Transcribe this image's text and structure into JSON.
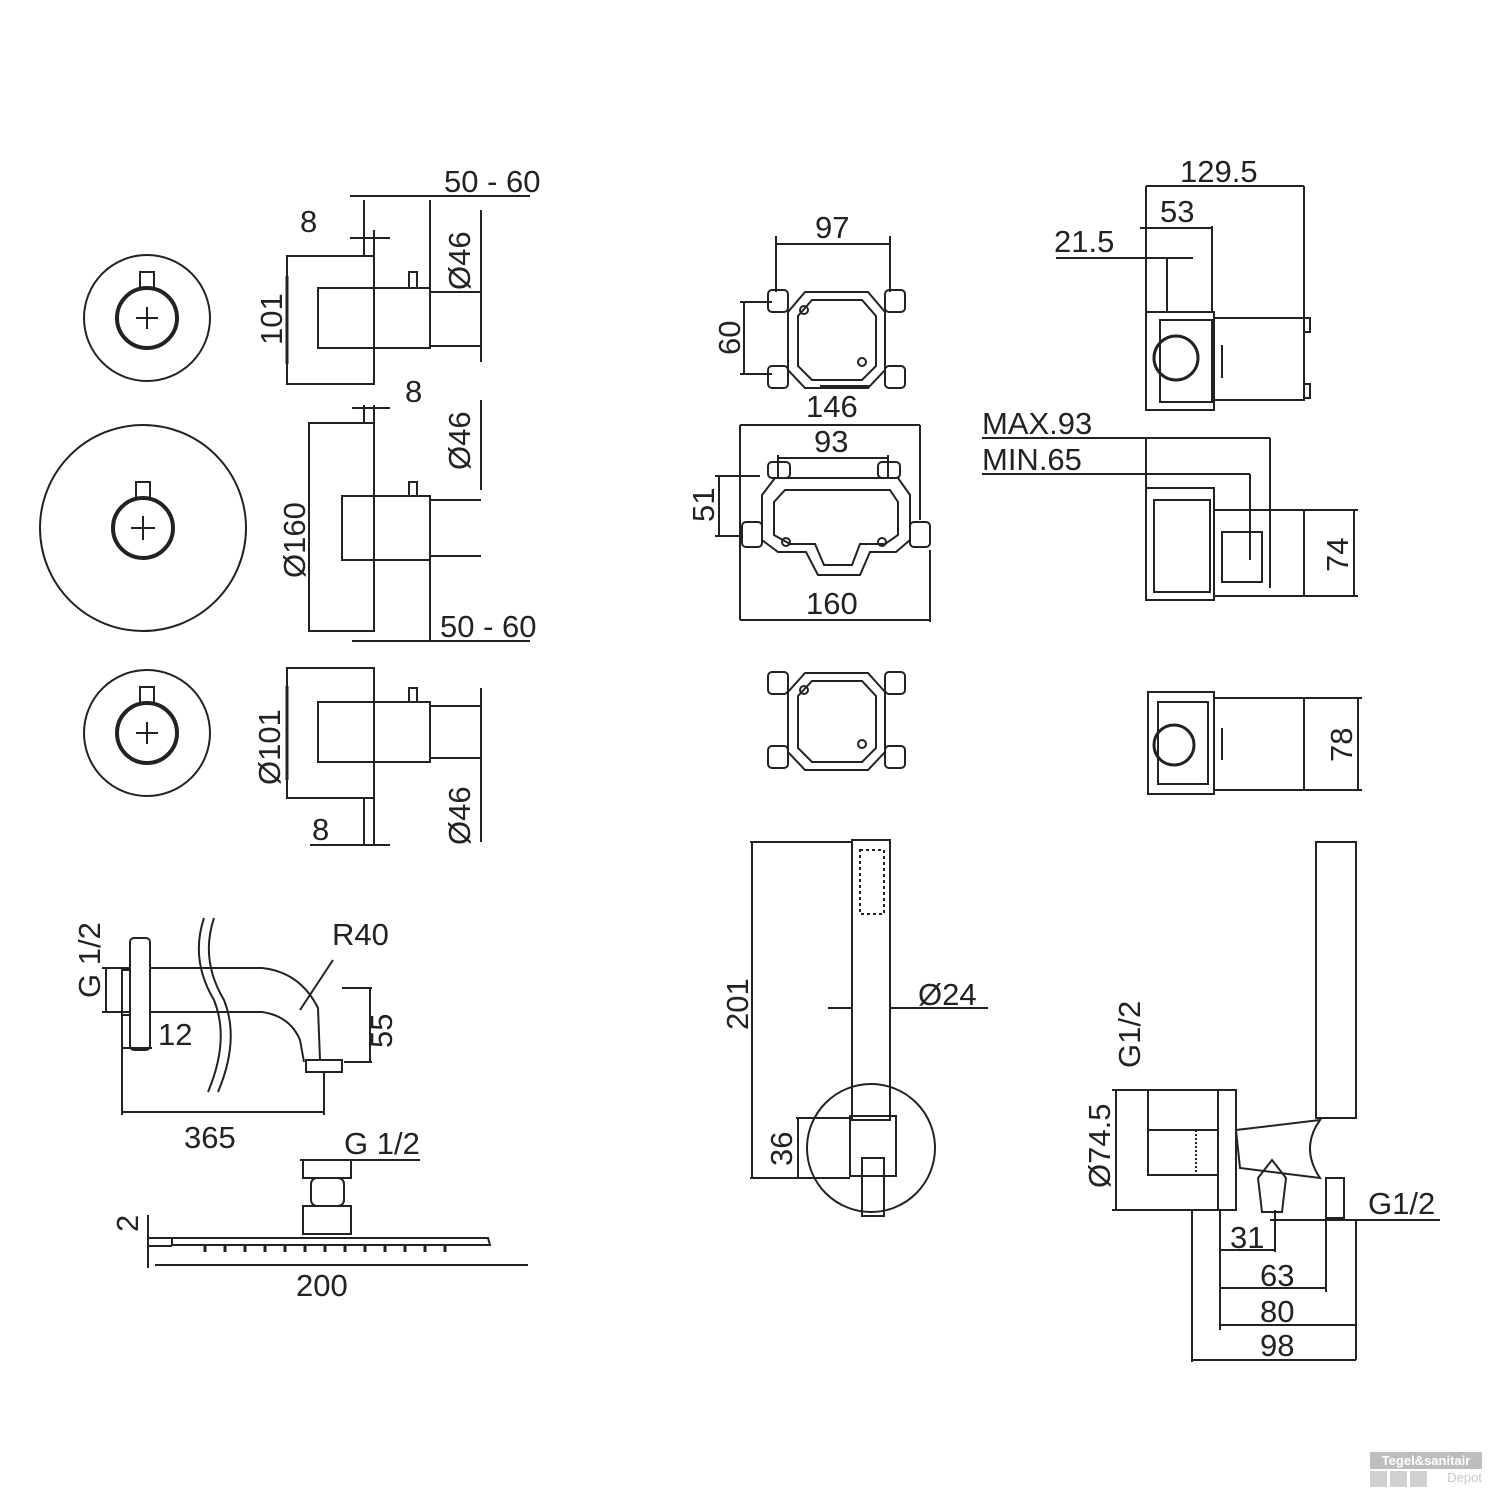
{
  "thermostat_top": {
    "dim_range": "50 - 60",
    "dim_8": "8",
    "dim_d46": "Ø46",
    "dim_101": "101"
  },
  "thermostat_mid": {
    "dim_8": "8",
    "dim_d46": "Ø46",
    "dim_d160": "Ø160",
    "dim_range": "50 - 60"
  },
  "thermostat_bot": {
    "dim_d101": "Ø101",
    "dim_8": "8",
    "dim_d46": "Ø46"
  },
  "box_square": {
    "dim_97": "97",
    "dim_60": "60"
  },
  "box_wide": {
    "dim_146": "146",
    "dim_93": "93",
    "dim_51": "51",
    "dim_160": "160"
  },
  "valve_side": {
    "dim_1295": "129.5",
    "dim_53": "53",
    "dim_215": "21.5"
  },
  "valve_depth": {
    "max": "MAX.93",
    "min": "MIN.65",
    "dim_74": "74"
  },
  "valve_small": {
    "dim_78": "78"
  },
  "shower_arm": {
    "dim_g12": "G 1/2",
    "dim_r40": "R40",
    "dim_12": "12",
    "dim_55": "55",
    "dim_365": "365"
  },
  "head_shower": {
    "dim_g12": "G 1/2",
    "dim_2": "2",
    "dim_200": "200"
  },
  "hand_shower": {
    "dim_201": "201",
    "dim_d24": "Ø24",
    "dim_36": "36"
  },
  "wall_outlet": {
    "dim_g12_top": "G1/2",
    "dim_d745": "Ø74.5",
    "dim_g12_right": "G1/2",
    "dim_31": "31",
    "dim_63": "63",
    "dim_80": "80",
    "dim_98": "98"
  },
  "watermark": {
    "line1": "Tegel&sanitair",
    "line2": "Depot"
  }
}
